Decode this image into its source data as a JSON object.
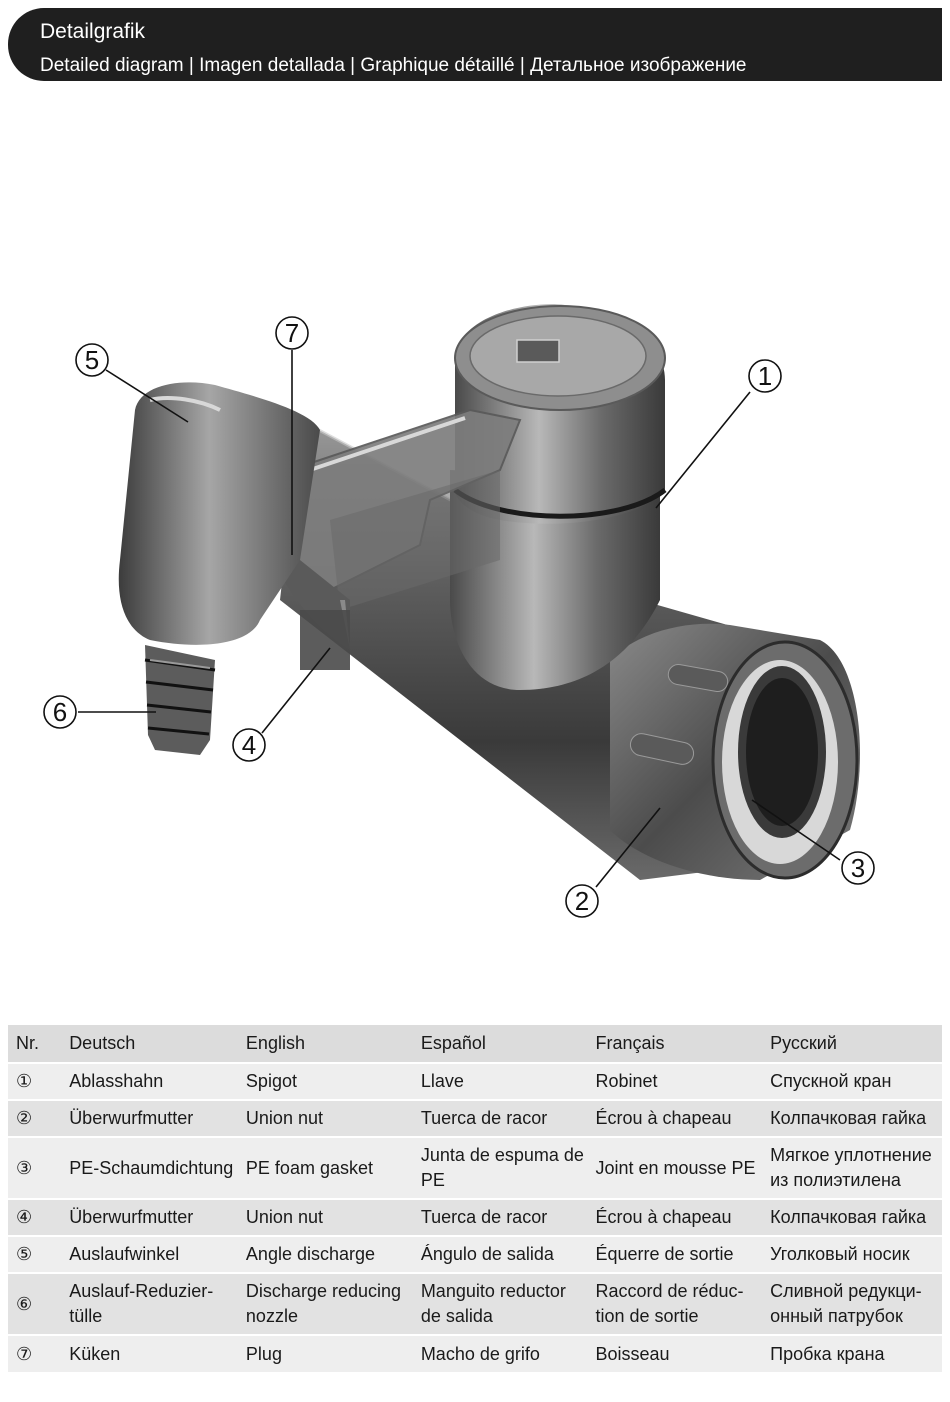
{
  "header": {
    "title": "Detailgrafik",
    "subtitle": "Detailed diagram | Imagen detallada | Graphique détaillé | Детальное изображение"
  },
  "callouts": [
    "①",
    "②",
    "③",
    "④",
    "⑤",
    "⑥",
    "⑦"
  ],
  "table": {
    "headers": [
      "Nr.",
      "Deutsch",
      "English",
      "Español",
      "Français",
      "Русский"
    ],
    "rows": [
      [
        "①",
        "Ablasshahn",
        "Spigot",
        "Llave",
        "Robinet",
        "Спускной кран"
      ],
      [
        "②",
        "Überwurfmutter",
        "Union nut",
        "Tuerca de racor",
        "Écrou à chapeau",
        "Колпачковая гайка"
      ],
      [
        "③",
        "PE-Schaumdichtung",
        "PE foam gasket",
        "Junta de espuma de PE",
        "Joint en mousse PE",
        "Мягкое уплотнение из полиэтилена"
      ],
      [
        "④",
        "Überwurfmutter",
        "Union nut",
        "Tuerca de racor",
        "Écrou à chapeau",
        "Колпачковая гайка"
      ],
      [
        "⑤",
        "Auslaufwinkel",
        "Angle discharge",
        "Ángulo de salida",
        "Équerre de sortie",
        "Уголковый носик"
      ],
      [
        "⑥",
        "Auslauf-Reduzier-tülle",
        "Discharge reducing nozzle",
        "Manguito reductor de salida",
        "Raccord de réduc-tion de sortie",
        "Сливной редукци-онный патрубок"
      ],
      [
        "⑦",
        "Küken",
        "Plug",
        "Macho de grifo",
        "Boisseau",
        "Пробка крана"
      ]
    ]
  }
}
